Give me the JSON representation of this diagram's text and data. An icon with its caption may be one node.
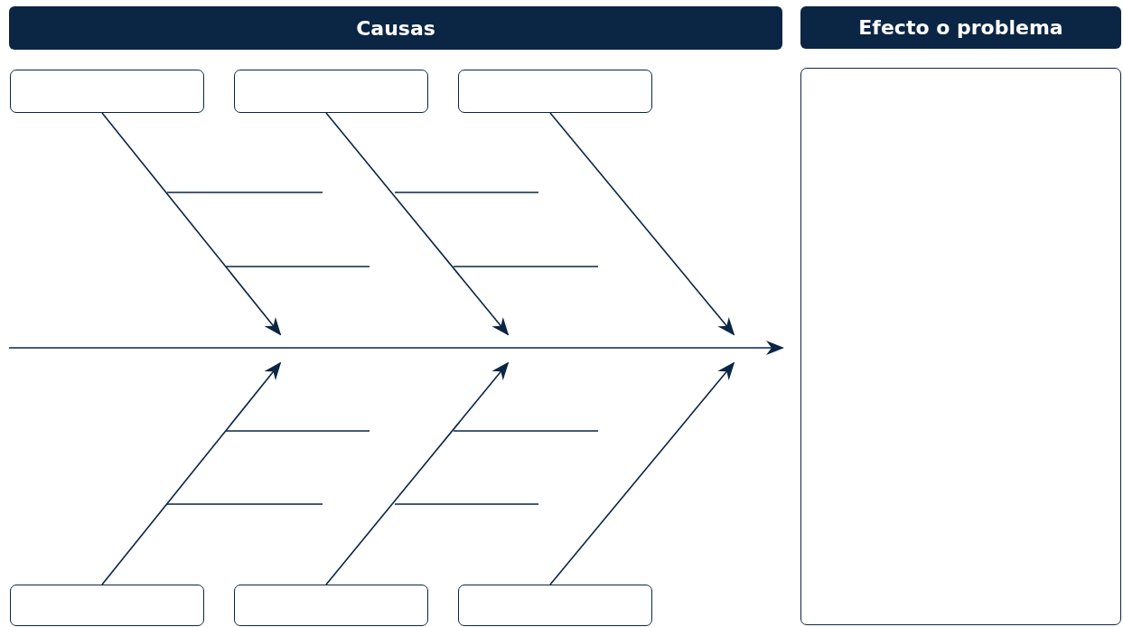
{
  "diagram": {
    "nodes": [
      {
        "text": [
          "Causas"
        ]
      },
      {
        "text": [
          "Efecto o problema"
        ]
      },
      {
        "text": [],
        "shape": "box"
      },
      {
        "text": [],
        "shape": "box"
      },
      {
        "text": [],
        "shape": "box"
      },
      {
        "text": [],
        "shape": "box"
      },
      {
        "text": [],
        "shape": "box"
      },
      {
        "text": [],
        "shape": "box"
      },
      {
        "text": [],
        "shape": "box"
      }
    ],
    "edges": [
      {
        "from": 2,
        "to": null,
        "arrow": "to"
      },
      {
        "from": 3,
        "to": null,
        "arrow": "to"
      },
      {
        "from": 4,
        "to": null,
        "arrow": "to"
      },
      {
        "from": 6,
        "to": null,
        "arrow": "to"
      },
      {
        "from": 7,
        "to": null,
        "arrow": "to"
      },
      {
        "from": 8,
        "to": null,
        "arrow": "to"
      },
      {
        "from": null,
        "to": 5,
        "arrow": "to"
      }
    ]
  }
}
